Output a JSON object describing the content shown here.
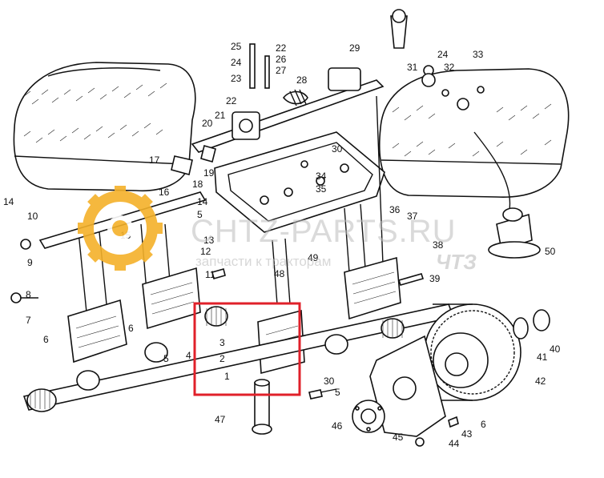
{
  "watermark": {
    "main": "CHTZ-PARTS.RU",
    "sub": "запчасти к тракторам",
    "brand": "ЧТЗ"
  },
  "highlight": {
    "color": "#e0202a"
  },
  "colors": {
    "logo": "#f4b12a",
    "lines": "#111111",
    "watermark": "#bdbdbd"
  },
  "callouts": [
    "25",
    "22",
    "26",
    "24",
    "27",
    "23",
    "29",
    "24",
    "31",
    "32",
    "33",
    "28",
    "22",
    "21",
    "20",
    "19",
    "17",
    "18",
    "16",
    "15",
    "14",
    "10",
    "14",
    "5",
    "9",
    "12",
    "11",
    "8",
    "7",
    "6",
    "6",
    "5",
    "4",
    "3",
    "2",
    "1",
    "13",
    "49",
    "48",
    "30",
    "34",
    "35",
    "36",
    "37",
    "38",
    "39",
    "50",
    "40",
    "41",
    "42",
    "30",
    "5",
    "47",
    "46",
    "45",
    "44",
    "43",
    "6"
  ]
}
